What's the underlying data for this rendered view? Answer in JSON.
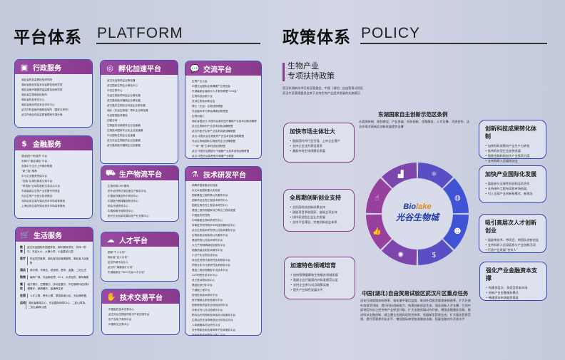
{
  "platform": {
    "title_cn": "平台体系",
    "title_en": "PLATFORM",
    "cards": {
      "admin": {
        "title": "行政服务",
        "icon": "certificate-icon",
        "items": [
          "湖北省药品监督检验研究院",
          "湖北省食品质量安全监督检验研究院",
          "湖北省医疗器械质量监督检验研究院",
          "湖北省生物制品检验所",
          "湖北省药品审评中心",
          "湖北省食品药品安全评价中心",
          "武汉市药品医疗器械检验所（国家口岸所）",
          "武汉市食品药品监督管理局东湖分局"
        ]
      },
      "incubation": {
        "title": "孵化加速平台",
        "icon": "incubator-icon",
        "items": [
          "武汉光谷新药企业孵化器",
          "武汉国家生物企业孵化中心",
          "中法生物中心",
          "光谷生物医药科技企业孵化器",
          "武汉高科医疗器械企业孵化器",
          "武汉高农生物农业科技企业孵化器",
          "湖北（光谷生物城）青年企业孵化器",
          "光谷智慧医疗基地",
          "创客空间",
          "生物医药创新服务企业加速器",
          "生物技术国家专业化企业加速器",
          "中以国际生物企业加速器",
          "武汉光谷生物医药企业加速器",
          "武汉高科医疗器械企业加速器"
        ]
      },
      "exchange": {
        "title": "交流平台",
        "icon": "chat-icon",
        "items": [
          "生物产业大会",
          "中国光谷国际生物健康产业博览会",
          "东湖高新区高层次人才服务联盟“333会”",
          "生物科技创新沙龙",
          "亚洲生物技术联合会",
          "博士（光谷）生物创新联盟",
          "光谷脑科学与神经健康创新联盟",
          "生物创客汇",
          "湖北省暨武汉·中国光谷激光医疗器械产业技术创新战略联盟",
          "武汉生物制剂产业技术创新战略联盟",
          "武汉市医疗生物产业技术创新战略联盟",
          "武汉·中国光谷生物医药产业技术创新战略联盟",
          "光谷生物城国际生物医药企业战略联盟",
          "“一带一路”生命科技促进联盟",
          "武汉·中国光谷基因与干细胞产业技术创新战略联盟",
          "武汉·中国光谷智慧医疗健康产业联盟"
        ]
      },
      "finance": {
        "title": "金融服务",
        "icon": "money-icon",
        "items": [
          "建设银行“助保贷”平台",
          "农商行“保证保险”平台",
          "全国中小企业上市服务联盟",
          "“新三板”推荐",
          "中小企业融资担保平台",
          "“四板”区域性股权交易平台",
          "“科技板”区域性股权交易试点平台",
          "东湖高新区生物产业发展专项资金",
          "光谷生物产业创业投资基金",
          "深圳证券交易所湖北资本市场培育基地",
          "上海证券交易所湖北资本市场培育基地"
        ]
      },
      "logistics": {
        "title": "生产物流平台",
        "icon": "truck-icon",
        "items": [
          "生物药物CMO基地",
          "肝外泌药物试用加速生产服务平台",
          "中国医药集团华中物流中心",
          "中国医疗器械集团物流中心",
          "和合冷链物流中心",
          "中国种都冷链物流中心",
          "医疗企业创新成果转化产业支撑中心"
        ]
      },
      "life": {
        "title": "生活服务",
        "icon": "cart-icon",
        "rows": [
          {
            "k": "教育",
            "v": "武汉光谷国际外国语学校、枫叶国际学校、华师一附中、光谷九小、九峰小学、小金星幼儿园"
          },
          {
            "k": "医疗",
            "v": "光谷同济医院、湖北省妇幼保健医院、湖北省人民医院"
          },
          {
            "k": "酒店",
            "v": "希尔顿、华美达、铂宫院、君亭、金盾、二妃山庄"
          },
          {
            "k": "购物",
            "v": "保利广场、光谷新世界、K11、大洋百货、奥特莱斯"
          },
          {
            "k": "餐饮",
            "v": "稻子餐厅、巴蜀餐厅、多利亚餐厅、平石咖啡中西式料理餐厅、美丽餐厅、富满养生轩"
          },
          {
            "k": "住宿",
            "v": "人才公寓、青年公寓、联投新城小区、光谷渔悦荟"
          },
          {
            "k": "运动",
            "v": "湖北省黄球中心、光谷国际网球中心、二妃山球场、二妃山森林公园"
          }
        ]
      },
      "talent": {
        "title": "人才平台",
        "icon": "graduation-cloud-icon",
        "items": [
          "国家“千人计划”",
          "湖北省“百人计划”",
          "武汉市城市合伙人",
          "武汉市“黄鹤英才计划”",
          "东湖高新区“3551光谷人才计划”"
        ]
      },
      "tech_trade": {
        "title": "技术交易平台",
        "icon": "handshake-icon",
        "items": [
          "中国医药技术交易中心",
          "武汉光谷生物医药知识产权交易平台",
          "农产品电子商务平台",
          "中国种业交易中心"
        ]
      },
      "rnd": {
        "title": "技术研发平台",
        "icon": "flask-icon",
        "items": [
          "病毒学国家重点实验室",
          "杂交水稻国家重点实验室",
          "国家基因工程药物公共服务平台",
          "国家药品生物工程技术研究中心",
          "国家生物农药工程技术研究中心",
          "基因工程药物国家地方联合工程实验室",
          "中国医药研究院",
          "中科集团生物科学研究中心",
          "军事医学研究院华中科技成果转化中心",
          "武汉生物技术研究院公共技术服务平台",
          "生物信息实验检测公共服务平台",
          "基因药物公共技术研究平台",
          "大分子药物精制纯化服务平台",
          "细胞质量控制技术服务平台",
          "小分子化合物合成平台",
          "综合性药物代谢研究技术服务平台",
          "药物分析与代谢研究技术服务平台",
          "基因工程动物模型中试技术平台",
          "GLP药物安全评价中心",
          "灵长类动物实验中心",
          "基因检测分析平台",
          "干细胞工程平台",
          "检验检测技术服务平台",
          "医疗器械注册检验服务平台",
          "国家粮食质量安全检验检测平台",
          "诊断试剂公共试验服务平台",
          "靶向治疗药物研发和临床试验服务平台",
          "生物活性化合物筛选及分析测试平台",
          "人体细胞库存及研究平台",
          "农作物新品种选育和种子技术服务平台",
          "疗愈稀有技术服务与推广平台",
          "联合医疗器械检验研究院"
        ]
      }
    }
  },
  "policy": {
    "title_cn": "政策体系",
    "title_en": "POLICY",
    "header_line1": "生物产业",
    "header_line2": "专项扶持政策",
    "desc": [
      "武汉东湖新技术开发区管委会、中国（湖北）自由贸易试验区",
      "武汉片区管理委员会关于支持生物产业经济发展的实施意见"
    ],
    "regulation_title": "东湖国家自主创新示范区条例",
    "regulation_text": "从管理体制、规划建设、产业发展、科技创新、金融服务、人才支撑、开放合作、法治环境对高新区创新发展提供支撑",
    "left_bubbles": [
      {
        "title": "加快市场主体壮大",
        "items": [
          "鼓励国内外行业百强、上市企业落户",
          "支持企业加大建设投资",
          "激励市场主体规模化发展"
        ]
      },
      {
        "title": "全周期创新创业支持",
        "items": [
          "全阶段科技创新成果支持",
          "鼓励项目争取国家、省级立项支持",
          "扶持初创型企业壮大发展",
          "支持平台建设，完善创新创业体系"
        ]
      },
      {
        "title": "加速特色领域培育",
        "items": [
          "加快智慧健康和生物服务领域发展",
          "鼓励企业开展国内外标准规范认定",
          "支持企业参与试点政策实施",
          "提升产业绿色发展水平"
        ]
      }
    ],
    "right_bubbles": [
      {
        "title": "创新科技成果转化体制",
        "items": [
          "加快科研成果向产业生产力转化",
          "扶持科技型企业加快发展",
          "鼓励金融机构加大产业投资力度",
          "支持科研人员留岗创业"
        ]
      },
      {
        "title": "加快产业国际化发展",
        "items": [
          "鼓励参与全球性科技和业务合作",
          "支持海外工程布局和市场拓展",
          "引入全球产业创新新模式、新理念"
        ]
      },
      {
        "title": "吸引高层次人才创新创业",
        "items": [
          "鼓励带技术、带项目、带团队创新创业",
          "支持科研人员深度参与产业创新活动",
          "打造产业发展“合伙人”"
        ]
      },
      {
        "title": "强化产业金融资本支撑",
        "items": [
          "构建多层次、多类型资本市场",
          "创新产业金融服务模式",
          "畅通资本市场融资渠道"
        ]
      }
    ],
    "logo": {
      "en_a": "Bio",
      "en_b": "lake",
      "cn": "光谷生物城"
    },
    "ring_icons": [
      "atom-icon",
      "globe-icon",
      "people-icon",
      "money-bag-icon",
      "lightbulb-icon",
      "thumbs-up-icon",
      "thumbs-up-icon",
      "bar-chart-icon"
    ],
    "ring_glyphs": [
      "⚛",
      "◍",
      "☻",
      "$",
      "✺",
      "👍",
      "☝",
      "▟"
    ],
    "ring_colors": {
      "purple": "#9c3f9b",
      "blue": "#3b54d6"
    },
    "ftz_title": "中国(湖北)自由贸易试验区武汉片区重点任务",
    "ftz_text": "深化行政管理体制改革、强化事中事后监管、推进外商投资管理体制改革、扩大开放外商投资领域、提升科技创新能力、构建创新创业生态、强化创新人才支撑、引领中部地区和长江经济带产业转型升级、扩大金融领域对外开放、增强金融服务功能、推进科技金融创新、建立健全金融风险防控体系、拓展新型贸易业态、扩大服务贸易范围、提升贸易便利化水平、增强国际商贸物流服务功能、拓展金融对外开放水平"
  }
}
